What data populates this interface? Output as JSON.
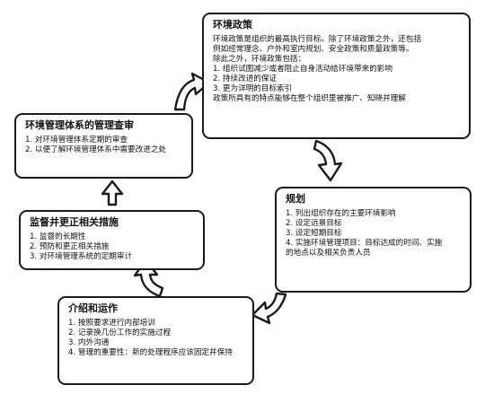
{
  "policy": {
    "title": "环境政策",
    "lines": [
      "环境政策是组织的最高执行目标。除了环境政策之外，还包括",
      "例如经常理念、户外和室内规划、安全政策和质量政策等。",
      "除此之外，环境政策包括：",
      "1. 组织试图减少或者阻止自身活动给环境带来的影响",
      "2. 持续改进的保证",
      "3. 更为详明的目标索引",
      "政策所具有的特点能够在整个组织里被推广、知晓并理解"
    ]
  },
  "review": {
    "title": "环境管理体系的管理查审",
    "lines": [
      "1. 对环境管理体系定期的审查",
      "2. 以便了解环境管理体系中需要改进之处"
    ]
  },
  "plan": {
    "title": "规划",
    "lines": [
      "1. 列出组织存在的主要环境影响",
      "2. 设定远景目标",
      "3. 设定短期目标",
      "4. 实施环境管理项目：目标达成的时间、实施",
      "的地点以及相关负责人员"
    ]
  },
  "monitor": {
    "title": "监督并更正相关措施",
    "lines": [
      "1. 监督的长期性",
      "2. 预防和更正相关措施",
      "3. 对环境管理系统的定期审计"
    ]
  },
  "operate": {
    "title": "介绍和运作",
    "lines": [
      "1. 按照要求进行内部培训",
      "2. 记录换几份工作的实施过程",
      "3. 内外沟通",
      "4. 管理的重要性：新的处理程序应该固定并保持"
    ]
  }
}
